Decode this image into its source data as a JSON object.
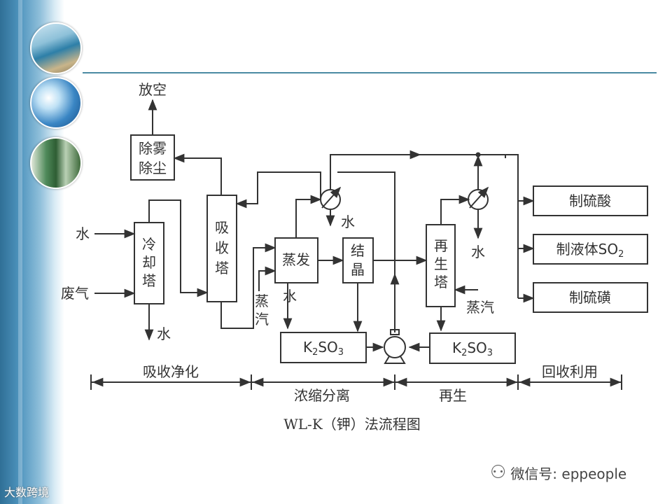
{
  "diagram": {
    "title": "WL-K（钾）法流程图",
    "vent": "放空",
    "boxes": {
      "demist_line1": "除雾",
      "demist_line2": "除尘",
      "cooling": [
        "冷",
        "却",
        "塔"
      ],
      "absorber": [
        "吸",
        "收",
        "塔"
      ],
      "evaporator": "蒸发",
      "crystallizer": [
        "结",
        "晶"
      ],
      "regenerator": [
        "再",
        "生",
        "塔"
      ],
      "k2so3_a": {
        "pre": "K",
        "sub1": "2",
        "mid": "SO",
        "sub2": "3"
      },
      "k2so3_b": {
        "pre": "K",
        "sub1": "2",
        "mid": "SO",
        "sub2": "3"
      },
      "sulfuric_acid": "制硫酸",
      "liquid_so2": {
        "pre": "制液体SO",
        "sub": "2"
      },
      "sulfur": "制硫磺"
    },
    "labels": {
      "water_in": "水",
      "waste_gas": "废气",
      "water_out_cooling": "水",
      "steam_absorber": [
        "蒸",
        "汽"
      ],
      "water_evaporator": "水",
      "water_condenser1": "水",
      "water_condenser2": "水",
      "steam_regen": "蒸汽"
    },
    "stages": [
      "吸收净化",
      "浓缩分离",
      "再生",
      "回收利用"
    ]
  },
  "watermarks": {
    "left": "大数跨境",
    "right_icon": "wechat-icon",
    "right": "微信号: eppeople"
  }
}
